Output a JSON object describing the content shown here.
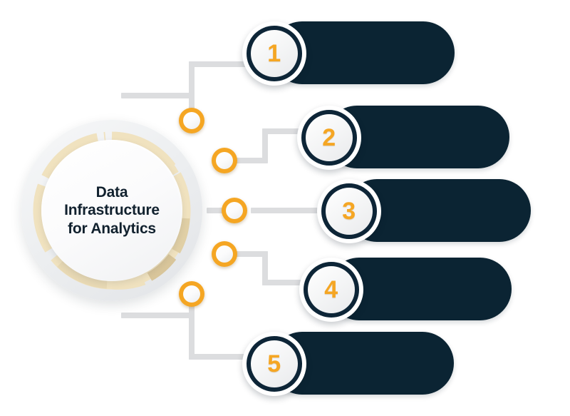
{
  "diagram": {
    "title": "Data Infrastructure for Analytics",
    "type": "radial-numbered-list-infographic",
    "hub": {
      "label_lines": [
        "Data",
        "Infrastructure",
        "for Analytics"
      ],
      "label": "Data Infrastructure for Analytics"
    },
    "colors": {
      "bar_navy": "#0b2433",
      "badge_ring_navy": "#0d2537",
      "number_orange": "#f5a623",
      "node_orange": "#f5a623",
      "connector_gray": "#dcdddf",
      "hub_ring_gray": "#e6e8ea",
      "arc_cream": "#f0e2bf",
      "arc_tan": "#c9b285",
      "hub_text": "#11212e",
      "background": "#ffffff"
    },
    "items": [
      {
        "number": "1",
        "bar_text": ""
      },
      {
        "number": "2",
        "bar_text": ""
      },
      {
        "number": "3",
        "bar_text": ""
      },
      {
        "number": "4",
        "bar_text": ""
      },
      {
        "number": "5",
        "bar_text": ""
      }
    ],
    "node_count": 5
  }
}
